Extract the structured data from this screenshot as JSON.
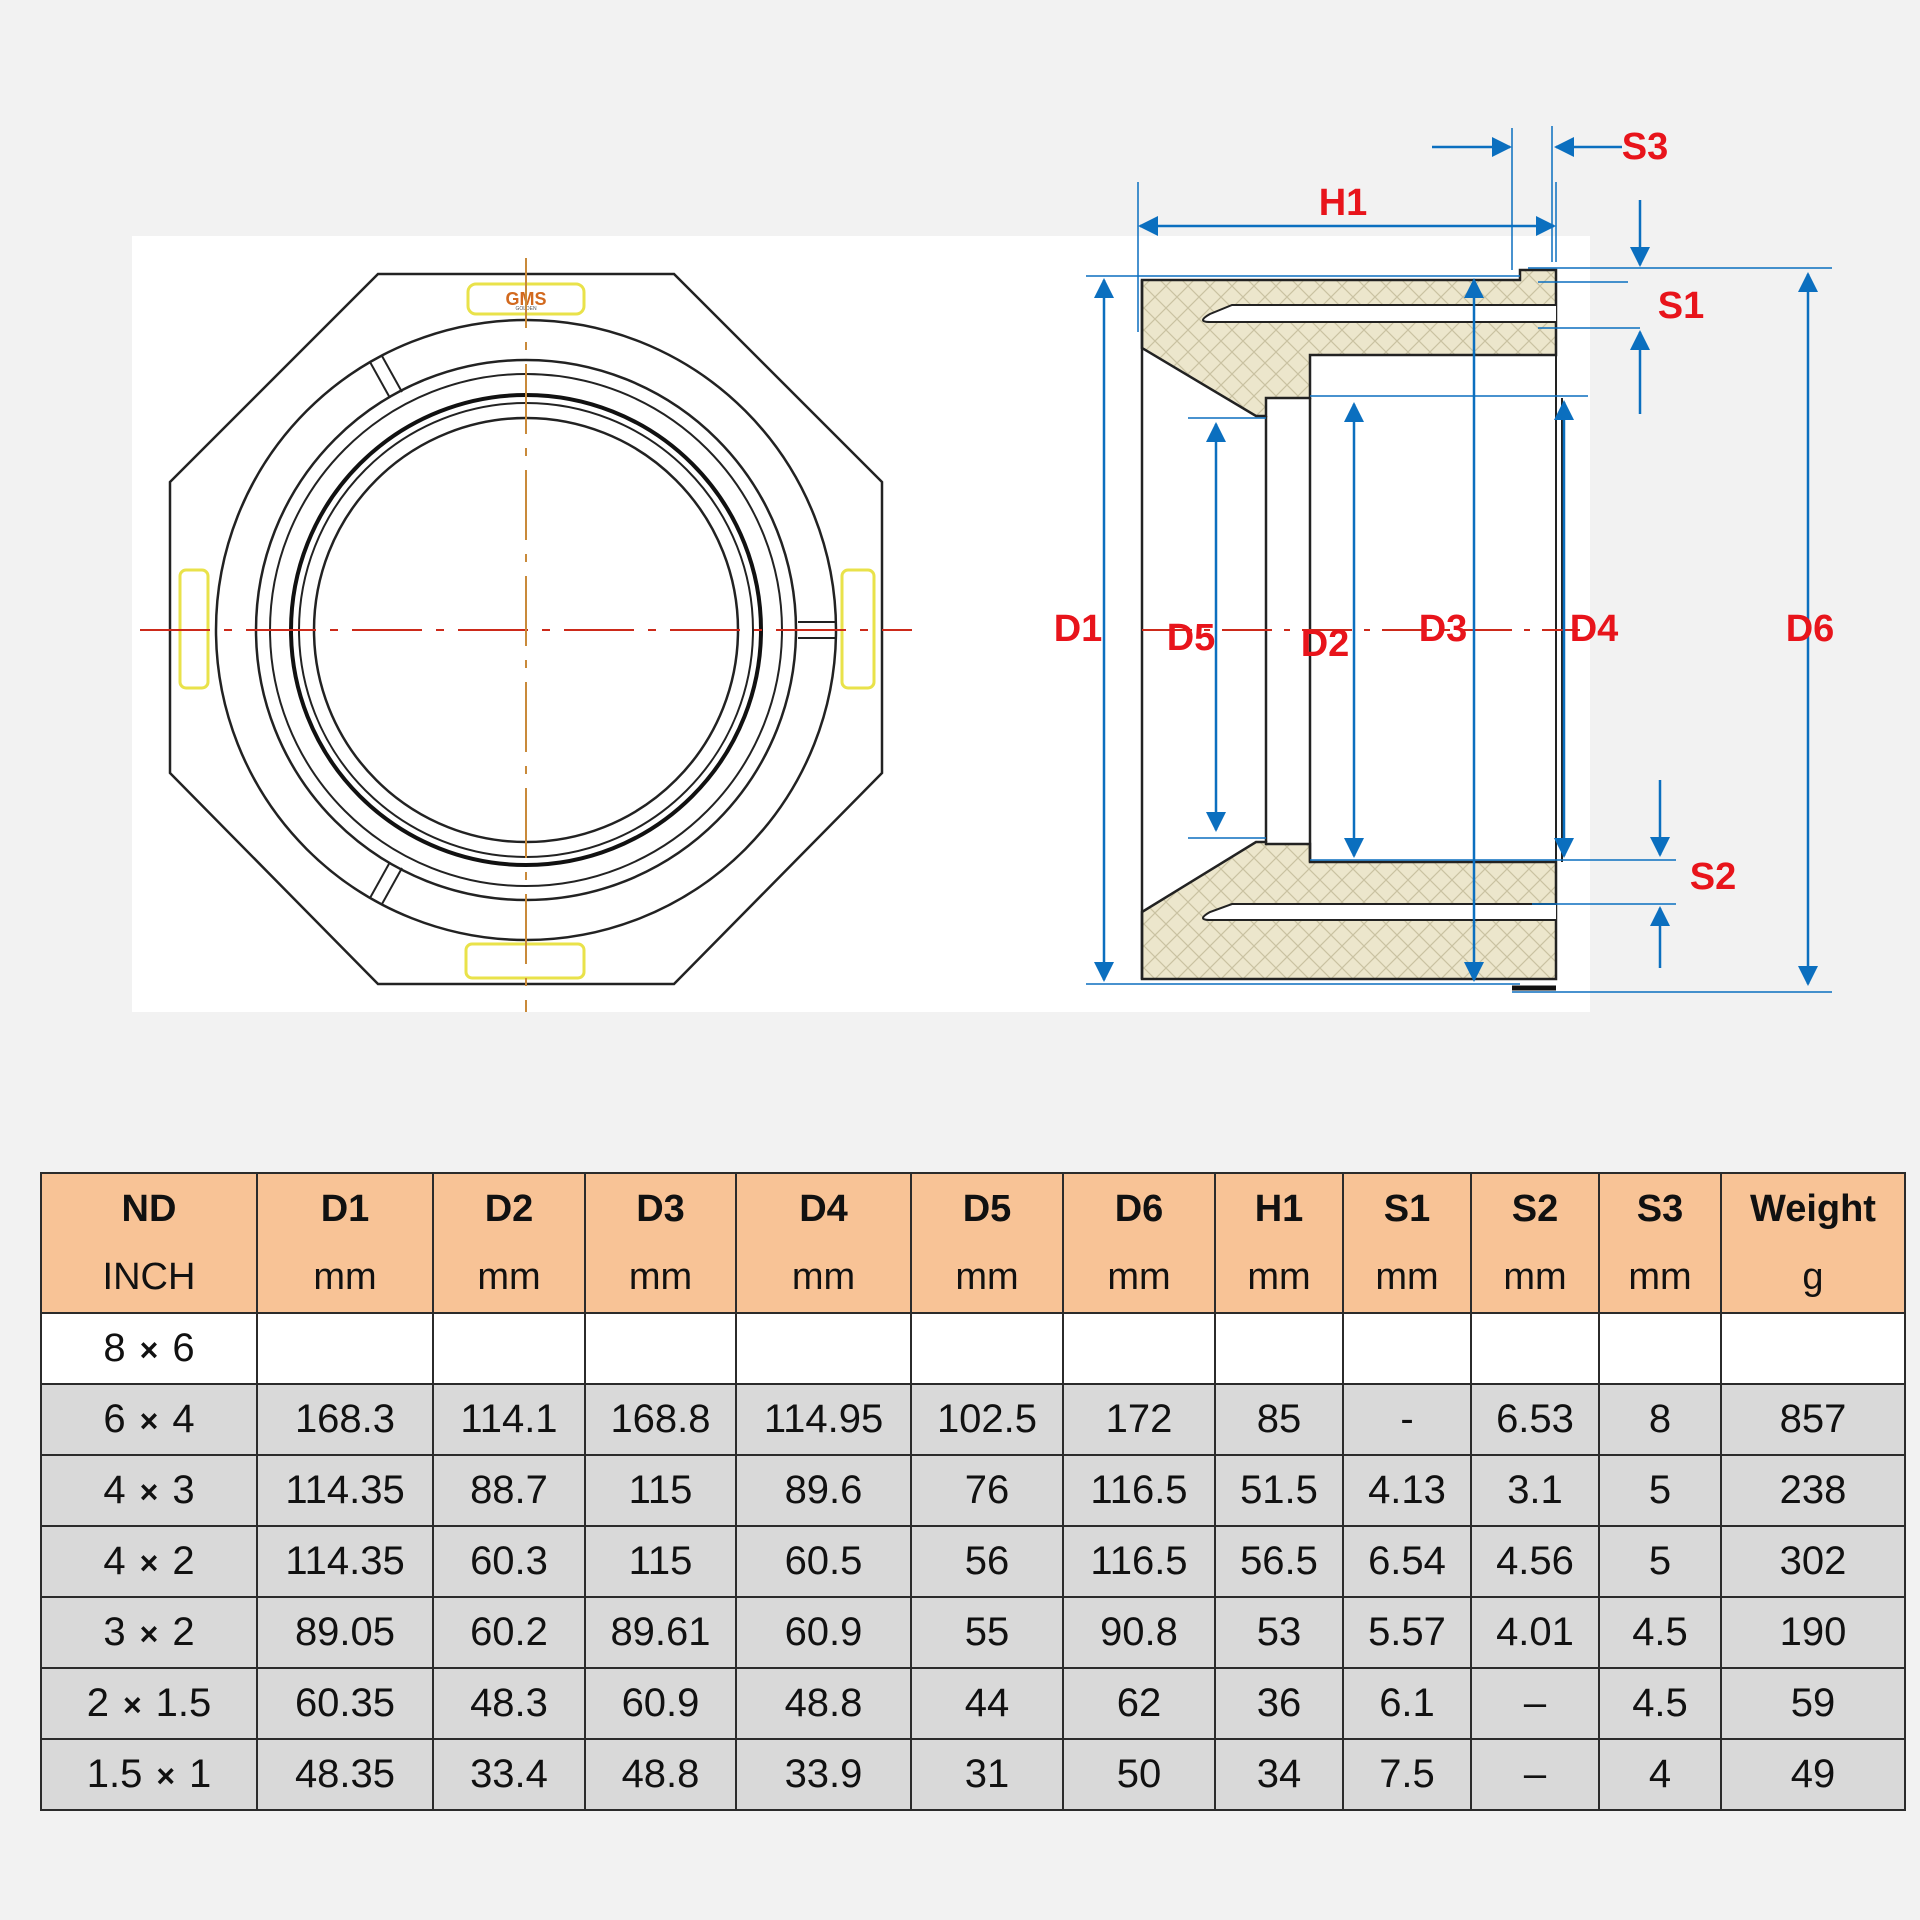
{
  "labels": {
    "front": {
      "logo": "GMS",
      "logo_sub": "GOLDEN"
    },
    "section": {
      "H1": "H1",
      "S1": "S1",
      "S2": "S2",
      "S3": "S3",
      "D1": "D1",
      "D2": "D2",
      "D3": "D3",
      "D4": "D4",
      "D5": "D5",
      "D6": "D6"
    }
  },
  "colors": {
    "dimension_text": "#e8141b",
    "dimension_arrow": "#0b6fbf",
    "table_header": "#f8c396",
    "row_alt": "#d9d9d9",
    "centerline": "#cc2a1a",
    "hatch_fill": "#ece6cc"
  },
  "table": {
    "headers": [
      {
        "name": "ND",
        "unit": "INCH"
      },
      {
        "name": "D1",
        "unit": "mm"
      },
      {
        "name": "D2",
        "unit": "mm"
      },
      {
        "name": "D3",
        "unit": "mm"
      },
      {
        "name": "D4",
        "unit": "mm"
      },
      {
        "name": "D5",
        "unit": "mm"
      },
      {
        "name": "D6",
        "unit": "mm"
      },
      {
        "name": "H1",
        "unit": "mm"
      },
      {
        "name": "S1",
        "unit": "mm"
      },
      {
        "name": "S2",
        "unit": "mm"
      },
      {
        "name": "S3",
        "unit": "mm"
      },
      {
        "name": "Weight",
        "unit": "g"
      }
    ],
    "rows": [
      {
        "nd_a": "8",
        "nd_b": "6",
        "cells": [
          "",
          "",
          "",
          "",
          "",
          "",
          "",
          "",
          "",
          "",
          ""
        ]
      },
      {
        "nd_a": "6",
        "nd_b": "4",
        "cells": [
          "168.3",
          "114.1",
          "168.8",
          "114.95",
          "102.5",
          "172",
          "85",
          "-",
          "6.53",
          "8",
          "857"
        ]
      },
      {
        "nd_a": "4",
        "nd_b": "3",
        "cells": [
          "114.35",
          "88.7",
          "115",
          "89.6",
          "76",
          "116.5",
          "51.5",
          "4.13",
          "3.1",
          "5",
          "238"
        ]
      },
      {
        "nd_a": "4",
        "nd_b": "2",
        "cells": [
          "114.35",
          "60.3",
          "115",
          "60.5",
          "56",
          "116.5",
          "56.5",
          "6.54",
          "4.56",
          "5",
          "302"
        ]
      },
      {
        "nd_a": "3",
        "nd_b": "2",
        "cells": [
          "89.05",
          "60.2",
          "89.61",
          "60.9",
          "55",
          "90.8",
          "53",
          "5.57",
          "4.01",
          "4.5",
          "190"
        ]
      },
      {
        "nd_a": "2",
        "nd_b": "1.5",
        "cells": [
          "60.35",
          "48.3",
          "60.9",
          "48.8",
          "44",
          "62",
          "36",
          "6.1",
          "–",
          "4.5",
          "59"
        ]
      },
      {
        "nd_a": "1.5",
        "nd_b": "1",
        "cells": [
          "48.35",
          "33.4",
          "48.8",
          "33.9",
          "31",
          "50",
          "34",
          "7.5",
          "–",
          "4",
          "49"
        ]
      }
    ],
    "nd_separator": "×"
  }
}
